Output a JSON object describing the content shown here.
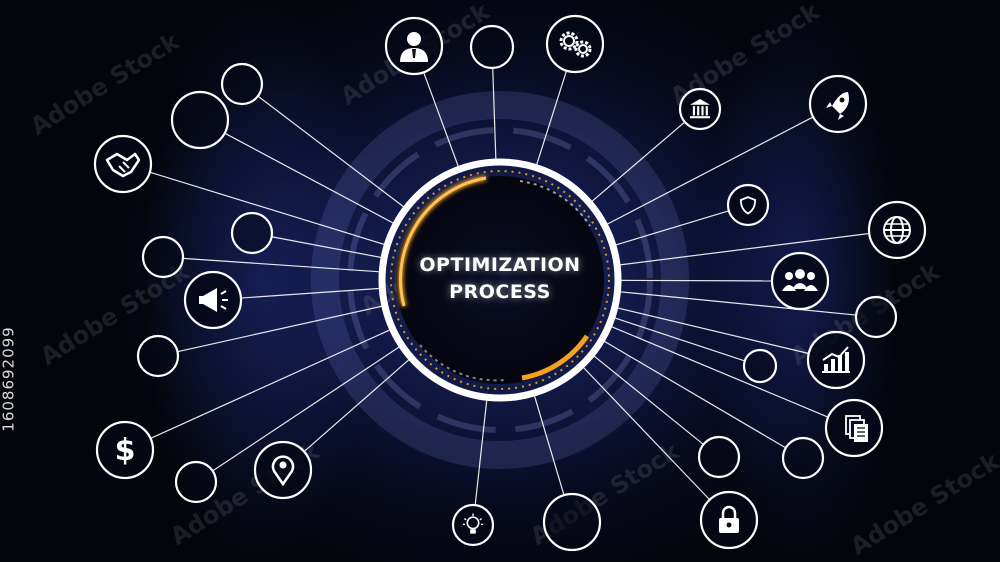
{
  "hub": {
    "title_line1": "OPTIMIZATION",
    "title_line2": "PROCESS"
  },
  "side_id": "1608692099",
  "watermark": "Adobe Stock",
  "colors": {
    "line": "#ffffff",
    "accent": "#f7a21c",
    "hub_fill": "#060818"
  },
  "nodes": [
    {
      "icon": "person-icon"
    },
    {
      "icon": "empty"
    },
    {
      "icon": "gears-icon"
    },
    {
      "icon": "empty"
    },
    {
      "icon": "bank-icon"
    },
    {
      "icon": "empty"
    },
    {
      "icon": "rocket-icon"
    },
    {
      "icon": "handshake-icon"
    },
    {
      "icon": "shield-icon"
    },
    {
      "icon": "empty"
    },
    {
      "icon": "globe-icon"
    },
    {
      "icon": "empty"
    },
    {
      "icon": "group-icon"
    },
    {
      "icon": "megaphone-icon"
    },
    {
      "icon": "empty"
    },
    {
      "icon": "empty"
    },
    {
      "icon": "growth-chart-icon"
    },
    {
      "icon": "empty"
    },
    {
      "icon": "documents-icon"
    },
    {
      "icon": "dollar-icon"
    },
    {
      "icon": "empty"
    },
    {
      "icon": "location-pin-icon"
    },
    {
      "icon": "empty"
    },
    {
      "icon": "empty"
    },
    {
      "icon": "lightbulb-icon"
    },
    {
      "icon": "empty"
    },
    {
      "icon": "lock-icon"
    }
  ]
}
